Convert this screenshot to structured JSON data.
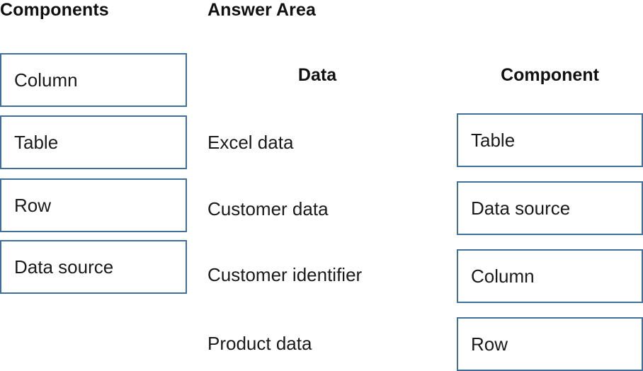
{
  "headers": {
    "components": "Components",
    "answer_area": "Answer Area"
  },
  "answer_area": {
    "column_headers": {
      "data": "Data",
      "component": "Component"
    }
  },
  "components_list": {
    "items": [
      {
        "label": "Column"
      },
      {
        "label": "Table"
      },
      {
        "label": "Row"
      },
      {
        "label": "Data source"
      }
    ]
  },
  "answer_table": {
    "rows": [
      {
        "data": "Excel data",
        "component": "Table"
      },
      {
        "data": "Customer data",
        "component": "Data source"
      },
      {
        "data": "Customer identifier",
        "component": "Column"
      },
      {
        "data": "Product data",
        "component": "Row"
      }
    ]
  },
  "colors": {
    "box_border": "#3f6f9a",
    "text": "#1a1a1a",
    "heading": "#111111",
    "background": "#ffffff"
  }
}
